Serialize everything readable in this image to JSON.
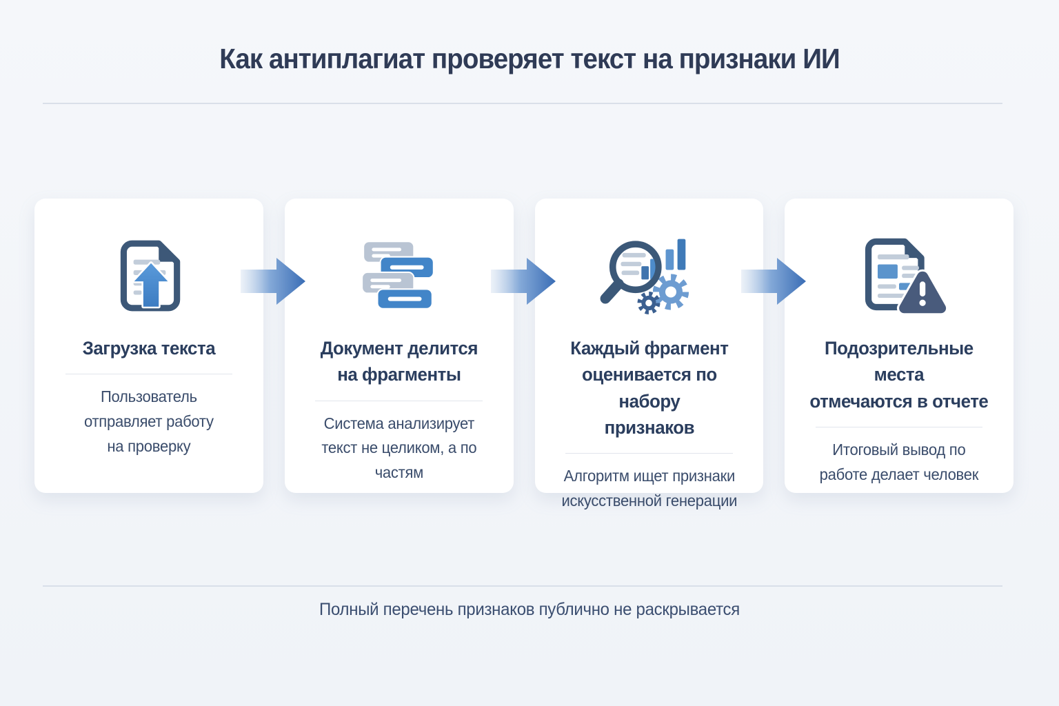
{
  "page": {
    "title": "Как антиплагиат проверяет текст на признаки ИИ",
    "footer_note": "Полный перечень признаков публично не раскрывается"
  },
  "colors": {
    "background": "#f2f4f8",
    "card_background": "#ffffff",
    "title_text": "#2f3b56",
    "card_title_text": "#2b3e5e",
    "body_text": "#3a4c6b",
    "divider": "#d9dfe9",
    "icon_navy": "#3d5878",
    "icon_blue": "#4387ca",
    "icon_light_blue": "#6d9cd1",
    "icon_gray_blue": "#bfcad8",
    "warning_slate": "#495b7c",
    "arrow_gradient_start": "#dde7f3",
    "arrow_gradient_end": "#3a6db5"
  },
  "steps": [
    {
      "icon": "document-upload-icon",
      "title": "Загрузка текста",
      "description": "Пользователь\nотправляет работу\nна проверку"
    },
    {
      "icon": "text-fragments-icon",
      "title": "Документ делится\nна фрагменты",
      "description": "Система анализирует\nтекст не целиком, а по частям"
    },
    {
      "icon": "magnifier-analysis-icon",
      "title": "Каждый фрагмент\nоценивается по набору\nпризнаков",
      "description": "Алгоритм ищет признаки\nискусственной генерации"
    },
    {
      "icon": "report-warning-icon",
      "title": "Подозрительные места\nотмечаются в отчете",
      "description": "Итоговый вывод по\nработе делает человек"
    }
  ]
}
